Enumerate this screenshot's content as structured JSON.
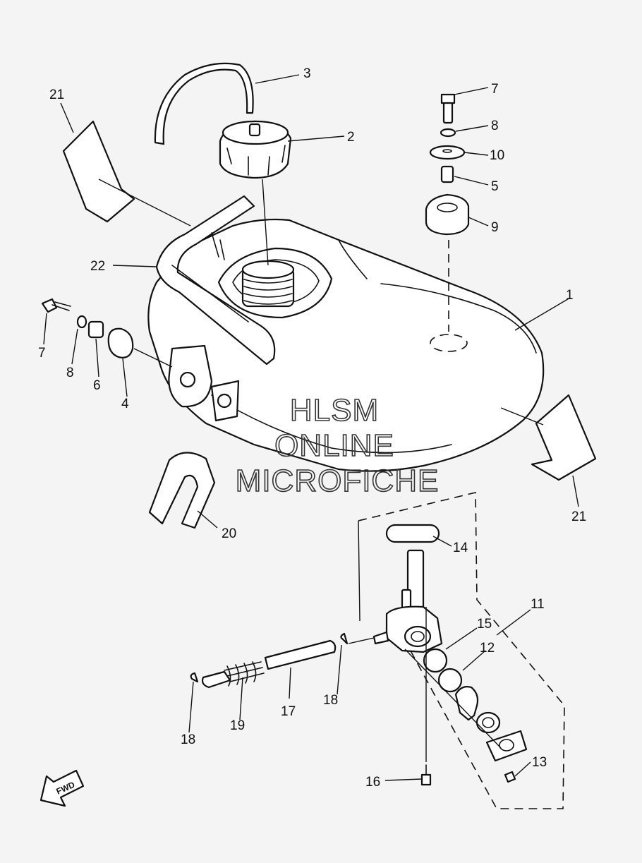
{
  "diagram": {
    "watermark": [
      "HLSM",
      "ONLINE",
      "MICROFICHE"
    ],
    "direction_arrow": "FWD",
    "callouts": {
      "c1": "1",
      "c2": "2",
      "c3": "3",
      "c4": "4",
      "c5": "5",
      "c6": "6",
      "c7a": "7",
      "c7b": "7",
      "c8a": "8",
      "c8b": "8",
      "c9": "9",
      "c10": "10",
      "c11": "11",
      "c12": "12",
      "c13": "13",
      "c14": "14",
      "c15": "15",
      "c16": "16",
      "c17": "17",
      "c18a": "18",
      "c18b": "18",
      "c19": "19",
      "c20": "20",
      "c21a": "21",
      "c21b": "21",
      "c22": "22"
    }
  }
}
